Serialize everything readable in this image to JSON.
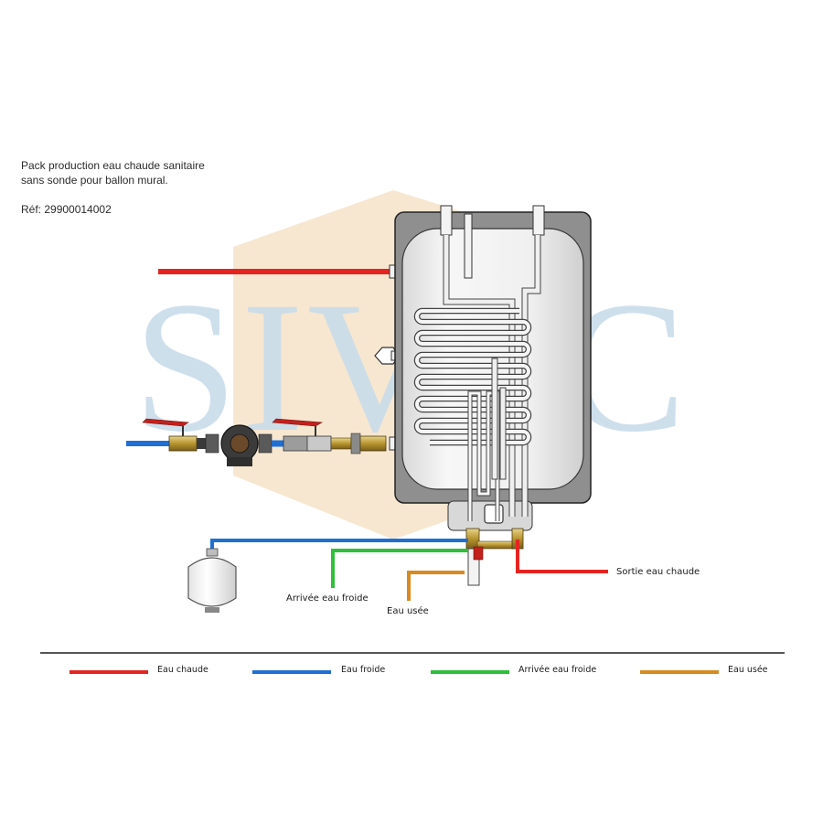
{
  "header": {
    "title_line1": "Pack production eau chaude sanitaire",
    "title_line2": "sans sonde pour ballon mural.",
    "reference": "Réf: 29900014002"
  },
  "watermark": {
    "text": "SIVAC"
  },
  "labels": {
    "sortie_eau_chaude": "Sortie eau chaude",
    "arrivee_eau_froide": "Arrivée eau froide",
    "eau_usee": "Eau usée"
  },
  "legend": {
    "items": [
      {
        "label": "Eau chaude",
        "color": "#e52421"
      },
      {
        "label": "Eau froide",
        "color": "#1f6fd4"
      },
      {
        "label": "Arrivée eau froide",
        "color": "#2fbf3a"
      },
      {
        "label": "Eau usée",
        "color": "#d98a1f"
      }
    ]
  },
  "colors": {
    "hot": "#e52421",
    "cold": "#1f6fd4",
    "supply": "#2fbf3a",
    "waste": "#d98a1f",
    "tank_body": "#ececec",
    "tank_shell": "#9a9a9a",
    "watermark_blue": "#c9dcea",
    "watermark_orange": "#f6e3c8"
  }
}
